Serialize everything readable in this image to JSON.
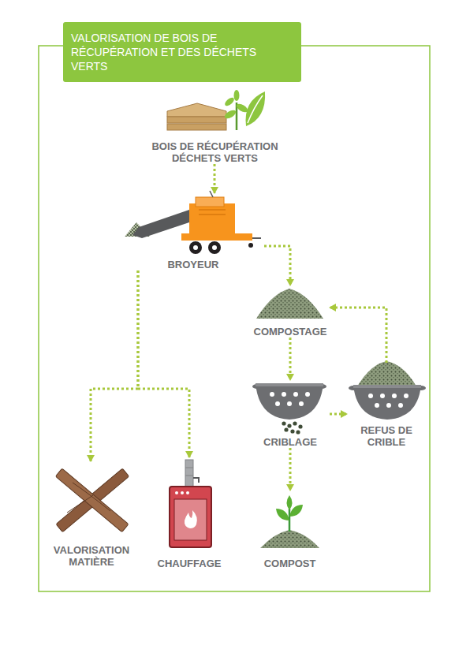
{
  "diagram": {
    "title": "VALORISATION DE BOIS DE RÉCUPÉRATION ET DES DÉCHETS VERTS",
    "nodes": [
      {
        "text": [
          "BOIS DE RÉCUPÉRATION DÉCHETS VERTS"
        ]
      },
      {
        "text": [
          "BROYEUR"
        ]
      },
      {
        "text": [
          "COMPOSTAGE"
        ]
      },
      {
        "text": [
          "CRIBLAGE"
        ]
      },
      {
        "text": [
          "REFUS DE CRIBLE"
        ]
      },
      {
        "text": [
          "VALORISATION MATIÈRE"
        ]
      },
      {
        "text": [
          "CHAUFFAGE"
        ]
      },
      {
        "text": [
          "COMPOST"
        ]
      }
    ],
    "edges": [
      {
        "from": 0,
        "to": 1,
        "arrow": "to"
      },
      {
        "from": 1,
        "to": 5,
        "arrow": "to"
      },
      {
        "from": 1,
        "to": 6,
        "arrow": "to"
      },
      {
        "from": 1,
        "to": 2,
        "arrow": "to"
      },
      {
        "from": 2,
        "to": 3,
        "arrow": "to"
      },
      {
        "from": 3,
        "to": 7,
        "arrow": "to"
      },
      {
        "from": 3,
        "to": 4,
        "arrow": "to"
      },
      {
        "from": 4,
        "to": 2,
        "arrow": "to"
      }
    ]
  }
}
